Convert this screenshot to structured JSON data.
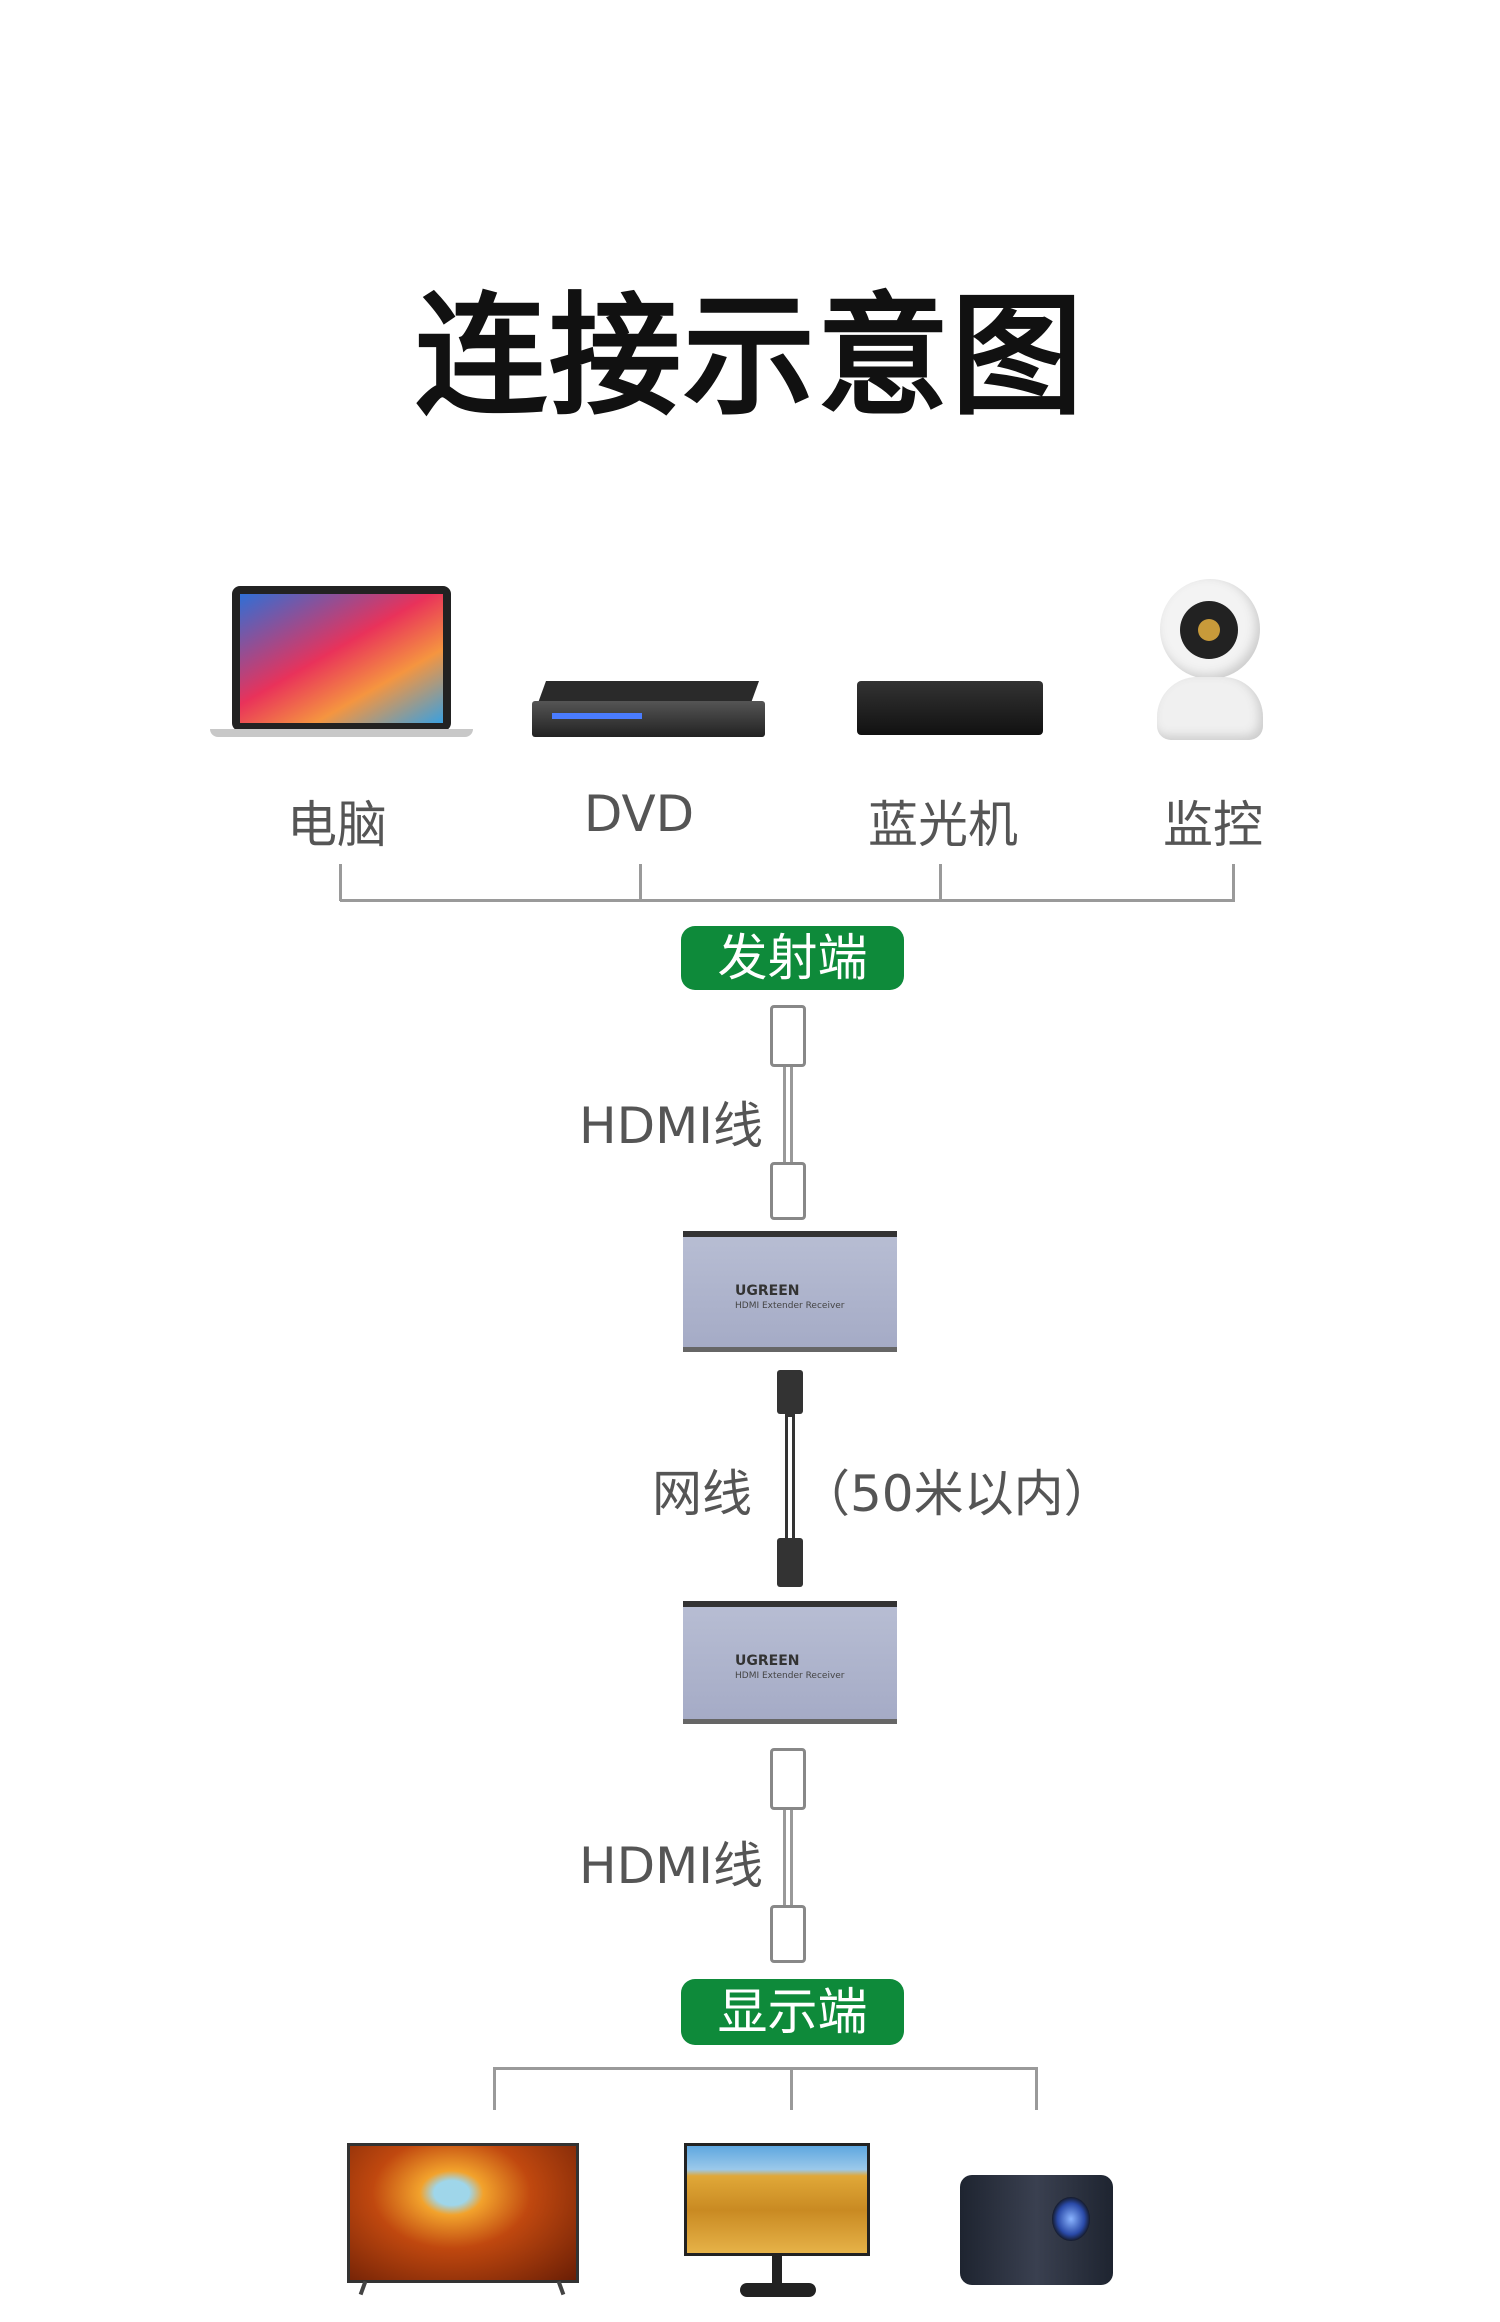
{
  "title": "连接示意图",
  "sources": [
    {
      "label": "电脑",
      "icon": "laptop-icon"
    },
    {
      "label": "DVD",
      "icon": "dvd-player-icon"
    },
    {
      "label": "蓝光机",
      "icon": "bluray-player-icon"
    },
    {
      "label": "监控",
      "icon": "security-camera-icon"
    }
  ],
  "transmitter_label": "发射端",
  "hdmi_cable_label": "HDMI线",
  "extender": {
    "brand": "UGREEN",
    "model": "HDMI Extender Receiver"
  },
  "network_cable_label": "网线",
  "network_cable_note": "（50米以内）",
  "receiver_label": "显示端",
  "displays": [
    {
      "icon": "tv-icon"
    },
    {
      "icon": "monitor-icon"
    },
    {
      "icon": "projector-icon"
    }
  ],
  "colors": {
    "accent": "#0e8a3a",
    "line": "#9a9a9a"
  }
}
